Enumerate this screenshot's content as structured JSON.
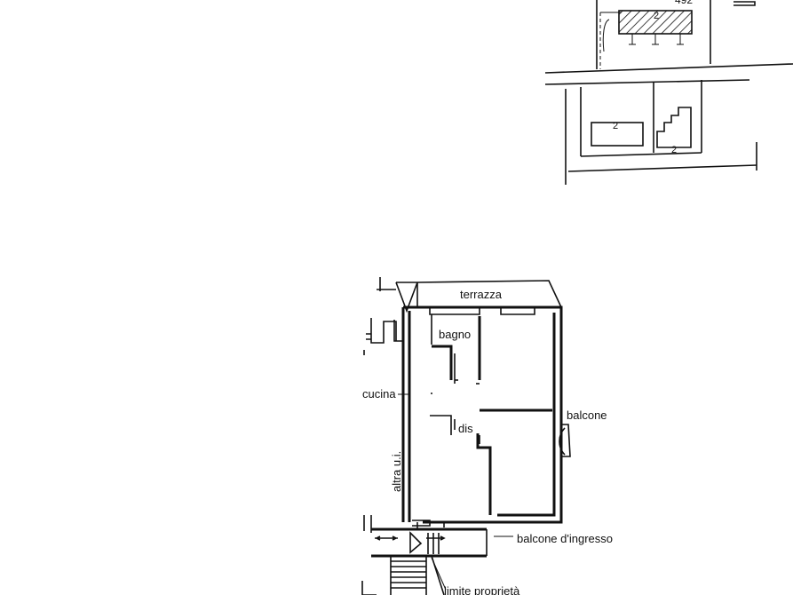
{
  "site_plan": {
    "top_number": "492",
    "marker": "2"
  },
  "floor_plan": {
    "labels": {
      "terrazza": "terrazza",
      "bagno": "bagno",
      "cucina": "cucina",
      "dis": "dis",
      "balcone": "balcone",
      "altra_ui": "altra u.i.",
      "balcone_ingresso": "balcone d'ingresso",
      "limite_proprieta": "limite proprietà"
    }
  }
}
